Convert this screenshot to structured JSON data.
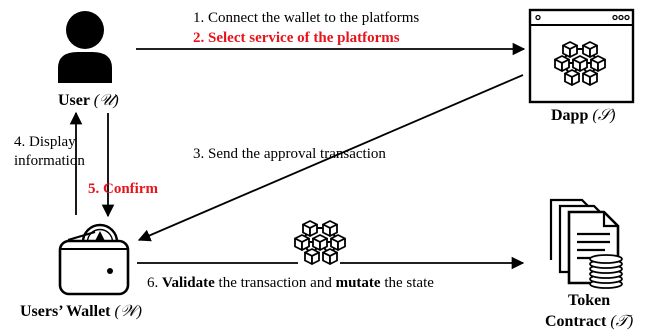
{
  "colors": {
    "emphasis": "#e8141c",
    "ink": "#000000"
  },
  "nodes": {
    "user": {
      "name": "User",
      "symbol": "(𝒰)",
      "icon": "user-silhouette-icon"
    },
    "dapp": {
      "name": "Dapp",
      "symbol": "(𝒮)",
      "icon": "browser-window-blockchain-icon"
    },
    "wallet": {
      "name": "Users’ Wallet",
      "symbol": "(𝒲)",
      "icon": "wallet-ethereum-icon"
    },
    "contract": {
      "name_line1": "Token",
      "name_line2": "Contract",
      "symbol": "(𝒯)",
      "icon": "document-coins-icon"
    }
  },
  "edges": {
    "step1": "1. Connect the wallet to the platforms",
    "step2": "2. Select service of the platforms",
    "step3": "3. Send the approval transaction",
    "step4_line1": "4. Display",
    "step4_line2": "information",
    "step5": "5. Confirm",
    "step6": {
      "prefix": "6. ",
      "bold1": "Validate",
      "middle": " the transaction and ",
      "bold2": "mutate",
      "suffix": " the state"
    }
  },
  "blockchain_icon": "blockchain-cubes-icon"
}
